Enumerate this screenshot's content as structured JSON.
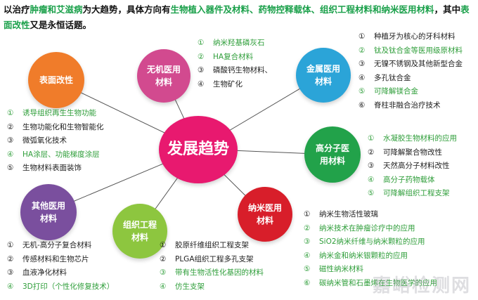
{
  "header": {
    "p1": "以治疗",
    "g1": "肿瘤和艾滋病",
    "p2": "为大趋势，具体方向有",
    "g2": "生物植入器件及材料、药物控释载体、组织工程材料和纳米医用材料",
    "p3": "，其中",
    "g3": "表面改性",
    "p4": "又是永恒话题。"
  },
  "center": {
    "label": "发展趋势",
    "color": "#e8196f"
  },
  "nodes": {
    "inorganic": {
      "label": "无机医用\n材料",
      "color": "#d24a8f"
    },
    "metal": {
      "label": "金属医用\n材料",
      "color": "#2ba4d8"
    },
    "surface": {
      "label": "表面改性",
      "color": "#f07c2a"
    },
    "polymer": {
      "label": "高分子医\n用材料",
      "color": "#22a24a"
    },
    "other": {
      "label": "其他医用\n材料",
      "color": "#7a4f9e"
    },
    "tissue": {
      "label": "组织工程\n材料",
      "color": "#8dc63f"
    },
    "nano": {
      "label": "纳米医用\n材料",
      "color": "#d81e2a"
    }
  },
  "lists": {
    "inorganic": [
      {
        "num": "①",
        "text": "纳米羟基磷灰石",
        "hl": true
      },
      {
        "num": "②",
        "text": "HA复合材料",
        "hl": true
      },
      {
        "num": "③",
        "text": "磷酸钙生物材料、",
        "hl": false
      },
      {
        "num": "④",
        "text": "生物矿化",
        "hl": false
      }
    ],
    "metal": [
      {
        "num": "①",
        "text": "种植牙为核心的牙科材料",
        "hl": false
      },
      {
        "num": "②",
        "text": "钛及钛合金等医用级原材料",
        "hl": true
      },
      {
        "num": "③",
        "text": "无镍不锈钢及其他新型合金",
        "hl": false
      },
      {
        "num": "④",
        "text": "多孔钛合金",
        "hl": false
      },
      {
        "num": "⑤",
        "text": "可降解镁合金",
        "hl": true
      },
      {
        "num": "⑥",
        "text": "脊柱非融合治疗技术",
        "hl": false
      }
    ],
    "surface": [
      {
        "num": "①",
        "text": "诱导组织再生生物功能",
        "hl": true
      },
      {
        "num": "②",
        "text": "生物功能化和生物智能化",
        "hl": false
      },
      {
        "num": "③",
        "text": "微弧氧化技术",
        "hl": false
      },
      {
        "num": "④",
        "text": "HA涂层、功能梯度涂层",
        "hl": true
      },
      {
        "num": "⑤",
        "text": "生物材料表面装饰",
        "hl": false
      }
    ],
    "polymer": [
      {
        "num": "①",
        "text": "水凝胶生物材料的应用",
        "hl": true
      },
      {
        "num": "②",
        "text": "可降解聚合物改性",
        "hl": false
      },
      {
        "num": "③",
        "text": "天然高分子材料改性",
        "hl": false
      },
      {
        "num": "④",
        "text": "高分子药物载体",
        "hl": true
      },
      {
        "num": "⑤",
        "text": "可降解组织工程支架",
        "hl": true
      }
    ],
    "other": [
      {
        "num": "①",
        "text": "无机-高分子复合材料",
        "hl": false
      },
      {
        "num": "②",
        "text": "传感材料和生物芯片",
        "hl": false
      },
      {
        "num": "③",
        "text": "血液净化材料",
        "hl": false
      },
      {
        "num": "④",
        "text": "3D打印（个性化修复技术）",
        "hl": true
      }
    ],
    "tissue": [
      {
        "num": "①",
        "text": "胶原纤维组织工程支架",
        "hl": false
      },
      {
        "num": "②",
        "text": "PLGA组织工程多孔支架",
        "hl": false
      },
      {
        "num": "③",
        "text": "带有生物活性化基因的材料",
        "hl": true
      },
      {
        "num": "④",
        "text": "仿生支架",
        "hl": true
      }
    ],
    "nano": [
      {
        "num": "①",
        "text": "纳米生物活性玻璃",
        "hl": false
      },
      {
        "num": "②",
        "text": "纳米技术在肿瘤诊疗中的应用",
        "hl": true
      },
      {
        "num": "③",
        "text": "SiO2纳米纤维与纳米颗粒的应用",
        "hl": true
      },
      {
        "num": "④",
        "text": "纳米金和纳米银颗粒的应用",
        "hl": true
      },
      {
        "num": "⑤",
        "text": "磁性纳米材料",
        "hl": true
      },
      {
        "num": "⑥",
        "text": "碳纳米管和石墨烯在生物医学的应用",
        "hl": true
      }
    ]
  },
  "watermark": "嘉峪检测网"
}
